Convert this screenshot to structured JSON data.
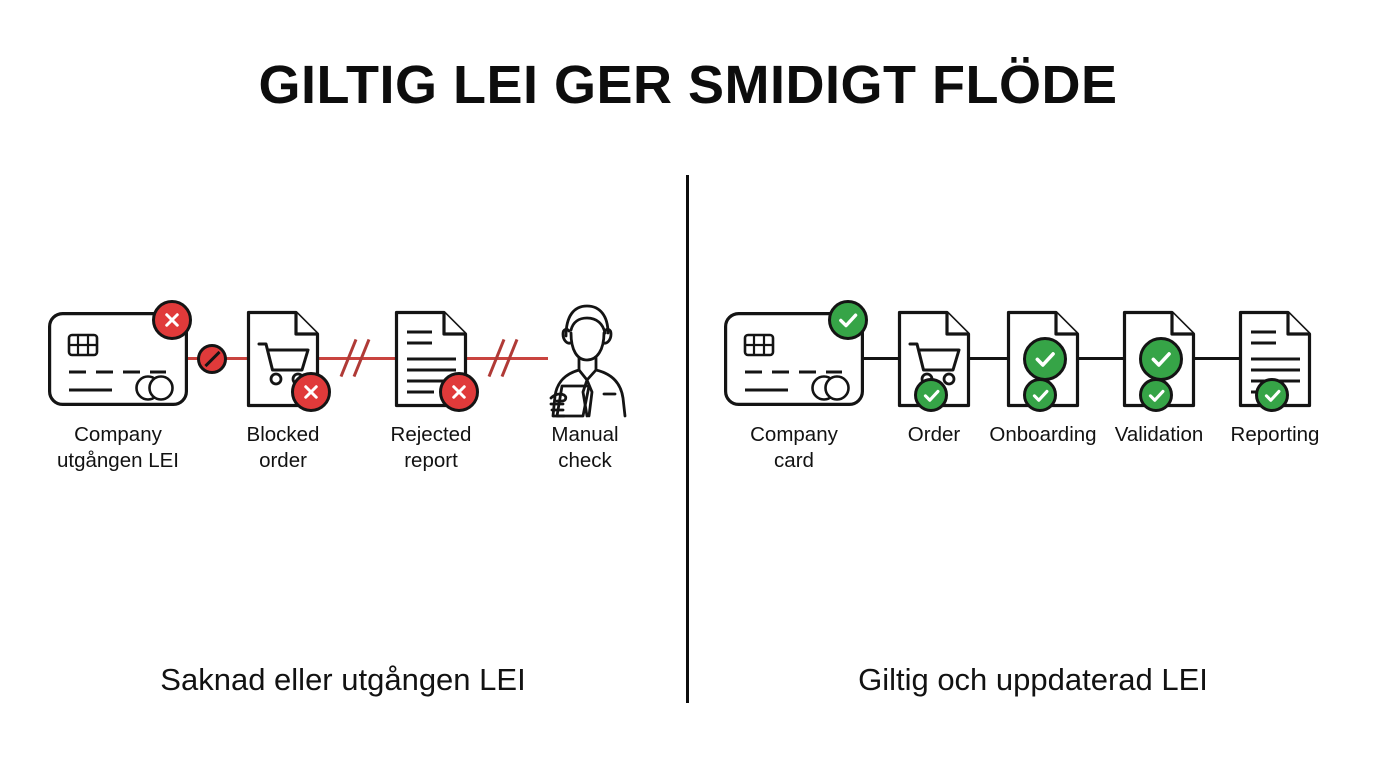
{
  "title": "GILTIG LEI GER SMIDIGT FLÖDE",
  "colors": {
    "red": "#e03a3a",
    "red_line": "#c9443f",
    "green": "#36a447",
    "stroke": "#141414",
    "background": "#ffffff"
  },
  "left_panel": {
    "caption": "Saknad eller utgången LEI",
    "status": "blocked",
    "nodes": [
      {
        "label_line1": "Company",
        "label_line2": "utgången LEI",
        "icon": "credit-card-icon",
        "badges": [
          "x-badge-large"
        ]
      },
      {
        "label_line1": "Blocked",
        "label_line2": "order",
        "icon": "shopping-cart-document-icon",
        "badges": [
          "x-badge-large"
        ]
      },
      {
        "label_line1": "Rejected",
        "label_line2": "report",
        "icon": "lined-document-icon",
        "badges": [
          "x-badge-large"
        ]
      },
      {
        "label_line1": "Manual",
        "label_line2": "check",
        "icon": "person-with-clipboard-icon",
        "badges": []
      }
    ],
    "connectors": [
      {
        "marker": "no-entry-sign-icon"
      },
      {
        "marker": "break-slashes-icon"
      },
      {
        "marker": "break-slashes-icon"
      }
    ]
  },
  "right_panel": {
    "caption": "Giltig och uppdaterad LEI",
    "status": "approved",
    "nodes": [
      {
        "label_line1": "Company",
        "label_line2": "card",
        "icon": "credit-card-icon",
        "badges": [
          "check-badge-large"
        ]
      },
      {
        "label_line1": "Order",
        "label_line2": "",
        "icon": "shopping-cart-document-icon",
        "badges": [
          "check-badge-small"
        ]
      },
      {
        "label_line1": "Onboarding",
        "label_line2": "",
        "icon": "blank-document-icon",
        "badges": [
          "check-badge-large",
          "check-badge-small"
        ]
      },
      {
        "label_line1": "Validation",
        "label_line2": "",
        "icon": "blank-document-icon",
        "badges": [
          "check-badge-large",
          "check-badge-small"
        ]
      },
      {
        "label_line1": "Reporting",
        "label_line2": "",
        "icon": "lined-document-icon",
        "badges": [
          "check-badge-small"
        ]
      }
    ],
    "connectors": [
      {
        "marker": "plain-line"
      },
      {
        "marker": "plain-line"
      },
      {
        "marker": "plain-line"
      },
      {
        "marker": "plain-line"
      }
    ]
  }
}
